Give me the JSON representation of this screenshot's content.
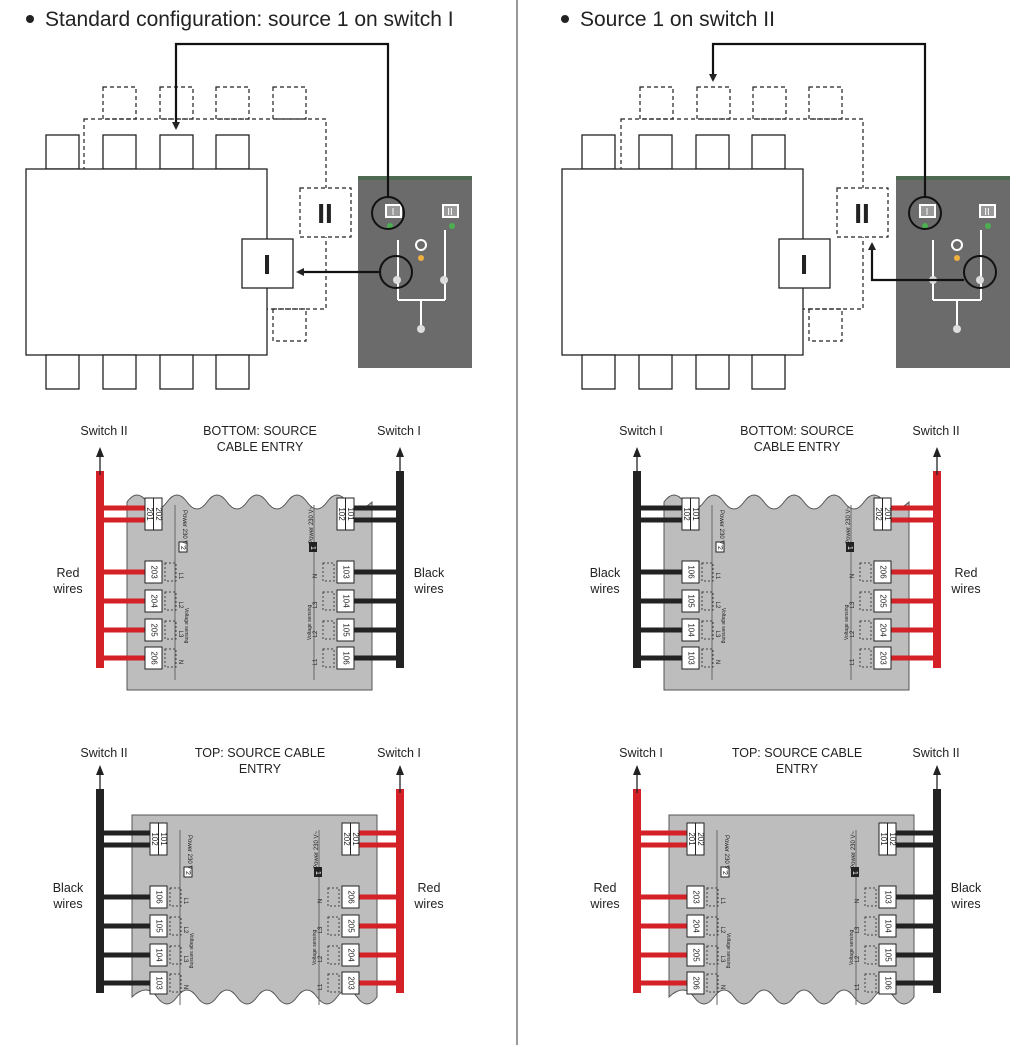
{
  "left": {
    "heading": "Standard configuration: source 1 on switch I",
    "switch_box_front": "I",
    "switch_box_back": "II",
    "panel_switch_labels": [
      "I",
      "II"
    ],
    "bottom": {
      "title": [
        "BOTTOM: SOURCE",
        "CABLE ENTRY"
      ],
      "left_label": "Switch II",
      "right_label": "Switch I",
      "left_wires": [
        "Red",
        "wires"
      ],
      "right_wires": [
        "Black",
        "wires"
      ],
      "power_left": "Power 230 V~",
      "power_right": "Power 230 V~",
      "voltage_left": "Voltage sensing",
      "voltage_right": "Voltage sensing",
      "num_left": "2",
      "num_right": "1",
      "terminals_left_top": [
        "201",
        "202"
      ],
      "terminals_left": [
        "203",
        "204",
        "205",
        "206"
      ],
      "terminals_right_top": [
        "102",
        "101"
      ],
      "terminals_right": [
        "103",
        "104",
        "105",
        "106"
      ],
      "phases_left": [
        "L1",
        "L2",
        "L3",
        "N"
      ],
      "phases_right": [
        "N",
        "L3",
        "L2",
        "L1"
      ]
    },
    "top": {
      "title": [
        "TOP: SOURCE CABLE",
        "ENTRY"
      ],
      "left_label": "Switch II",
      "right_label": "Switch I",
      "left_wires": [
        "Black",
        "wires"
      ],
      "right_wires": [
        "Red",
        "wires"
      ],
      "power_left": "Power 230 V~",
      "power_right": "Power 230 V~",
      "voltage_left": "Voltage sensing",
      "voltage_right": "Voltage sensing",
      "num_left": "2",
      "num_right": "1",
      "terminals_left_top": [
        "102",
        "101"
      ],
      "terminals_left": [
        "106",
        "105",
        "104",
        "103"
      ],
      "terminals_right_top": [
        "202",
        "201"
      ],
      "terminals_right": [
        "206",
        "205",
        "204",
        "203"
      ],
      "phases_left": [
        "L1",
        "L2",
        "L3",
        "N"
      ],
      "phases_right": [
        "N",
        "L3",
        "L2",
        "L1"
      ]
    }
  },
  "right": {
    "heading": "Source 1 on switch II",
    "switch_box_front": "I",
    "switch_box_back": "II",
    "panel_switch_labels": [
      "I",
      "II"
    ],
    "bottom": {
      "title": [
        "BOTTOM: SOURCE",
        "CABLE ENTRY"
      ],
      "left_label": "Switch I",
      "right_label": "Switch II",
      "left_wires": [
        "Black",
        "wires"
      ],
      "right_wires": [
        "Red",
        "wires"
      ],
      "power_left": "Power 230 V~",
      "power_right": "Power 230 V~",
      "voltage_left": "Voltage sensing",
      "voltage_right": "Voltage sensing",
      "num_left": "2",
      "num_right": "1",
      "terminals_left_top": [
        "102",
        "101"
      ],
      "terminals_left": [
        "106",
        "105",
        "104",
        "103"
      ],
      "terminals_right_top": [
        "202",
        "201"
      ],
      "terminals_right": [
        "206",
        "205",
        "204",
        "203"
      ],
      "phases_left": [
        "L1",
        "L2",
        "L3",
        "N"
      ],
      "phases_right": [
        "N",
        "L3",
        "L2",
        "L1"
      ]
    },
    "top": {
      "title": [
        "TOP: SOURCE CABLE",
        "ENTRY"
      ],
      "left_label": "Switch I",
      "right_label": "Switch II",
      "left_wires": [
        "Red",
        "wires"
      ],
      "right_wires": [
        "Black",
        "wires"
      ],
      "power_left": "Power 230 V~",
      "power_right": "Power 230 V~",
      "voltage_left": "Voltage sensing",
      "voltage_right": "Voltage sensing",
      "num_left": "2",
      "num_right": "1",
      "terminals_left_top": [
        "201",
        "202"
      ],
      "terminals_left": [
        "203",
        "204",
        "205",
        "206"
      ],
      "terminals_right_top": [
        "101",
        "102"
      ],
      "terminals_right": [
        "103",
        "104",
        "105",
        "106"
      ],
      "phases_left": [
        "L1",
        "L2",
        "L3",
        "N"
      ],
      "phases_right": [
        "N",
        "L3",
        "L2",
        "L1"
      ]
    }
  },
  "colors": {
    "red_wire": "#d42027",
    "black_wire": "#222222",
    "terminal_block": "#bdbdbd",
    "panel": "#6b6b6b"
  }
}
